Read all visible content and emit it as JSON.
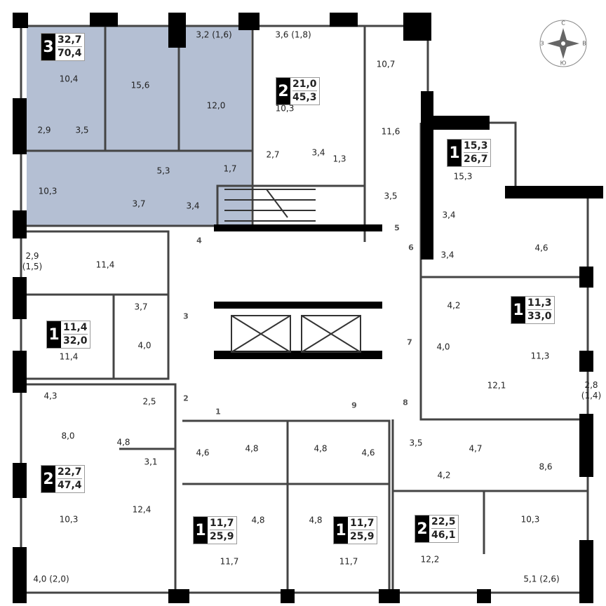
{
  "apartments": [
    {
      "rooms": "3",
      "living": "32,7",
      "total": "70,4",
      "highlighted": true
    },
    {
      "rooms": "2",
      "living": "21,0",
      "total": "45,3"
    },
    {
      "rooms": "1",
      "living": "15,3",
      "total": "26,7"
    },
    {
      "rooms": "1",
      "living": "11,4",
      "total": "32,0"
    },
    {
      "rooms": "1",
      "living": "11,3",
      "total": "33,0"
    },
    {
      "rooms": "2",
      "living": "22,7",
      "total": "47,4"
    },
    {
      "rooms": "1",
      "living": "11,7",
      "total": "25,9"
    },
    {
      "rooms": "1",
      "living": "11,7",
      "total": "25,9"
    },
    {
      "rooms": "2",
      "living": "22,5",
      "total": "46,1"
    }
  ],
  "rooms": [
    "10,4",
    "15,6",
    "12,0",
    "3,2 (1,6)",
    "2,9",
    "3,5",
    "5,3",
    "1,7",
    "10,3",
    "3,7",
    "3,4",
    "3,6 (1,8)",
    "10,3",
    "10,7",
    "11,6",
    "2,7",
    "3,4",
    "1,3",
    "3,5",
    "15,3",
    "3,4",
    "3,4",
    "4,6",
    "2,9\n(1,5)",
    "11,4",
    "3,7",
    "4,0",
    "11,4",
    "4,2",
    "4,0",
    "11,3",
    "12,1",
    "2,8\n(1,4)",
    "4,3",
    "2,5",
    "4,8",
    "8,0",
    "3,1",
    "10,3",
    "12,4",
    "4,0 (2,0)",
    "4,6",
    "4,8",
    "4,8",
    "4,6",
    "4,8",
    "4,8",
    "11,7",
    "11,7",
    "3,5",
    "4,7",
    "4,2",
    "8,6",
    "10,3",
    "12,2",
    "5,1 (2,6)"
  ],
  "entrances": [
    "1",
    "2",
    "3",
    "4",
    "5",
    "6",
    "7",
    "8",
    "9"
  ],
  "compass": {
    "north": "С",
    "east": "В",
    "south": "Ю",
    "west": "З"
  },
  "colors": {
    "highlight": "#b4bfd3",
    "wall": "#000000"
  }
}
